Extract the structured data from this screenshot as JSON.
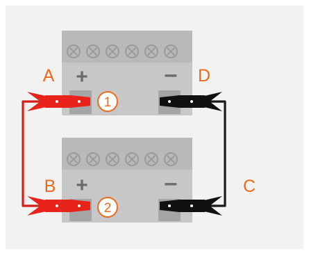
{
  "labels": {
    "a": "A",
    "b": "B",
    "c": "C",
    "d": "D",
    "step1": "1",
    "step2": "2",
    "plus": "+",
    "minus": "–"
  },
  "colors": {
    "panel_background": "#f2f2f2",
    "battery_body": "#c7c7c7",
    "battery_top": "#b9b9b9",
    "terminal": "#a5a5a5",
    "cap_stroke": "#9a9a9a",
    "clamp_red": "#e8231c",
    "clamp_black": "#111111",
    "cable_red": "#d51f1a",
    "cable_black": "#1a1a1a",
    "label_orange": "#ec6a1c",
    "polarity_mark": "#6b6b6b"
  },
  "icons": {
    "vent_cap": "circle-x-icon",
    "clamp": "jumper-clamp-icon"
  },
  "battery_cap_count": 6
}
